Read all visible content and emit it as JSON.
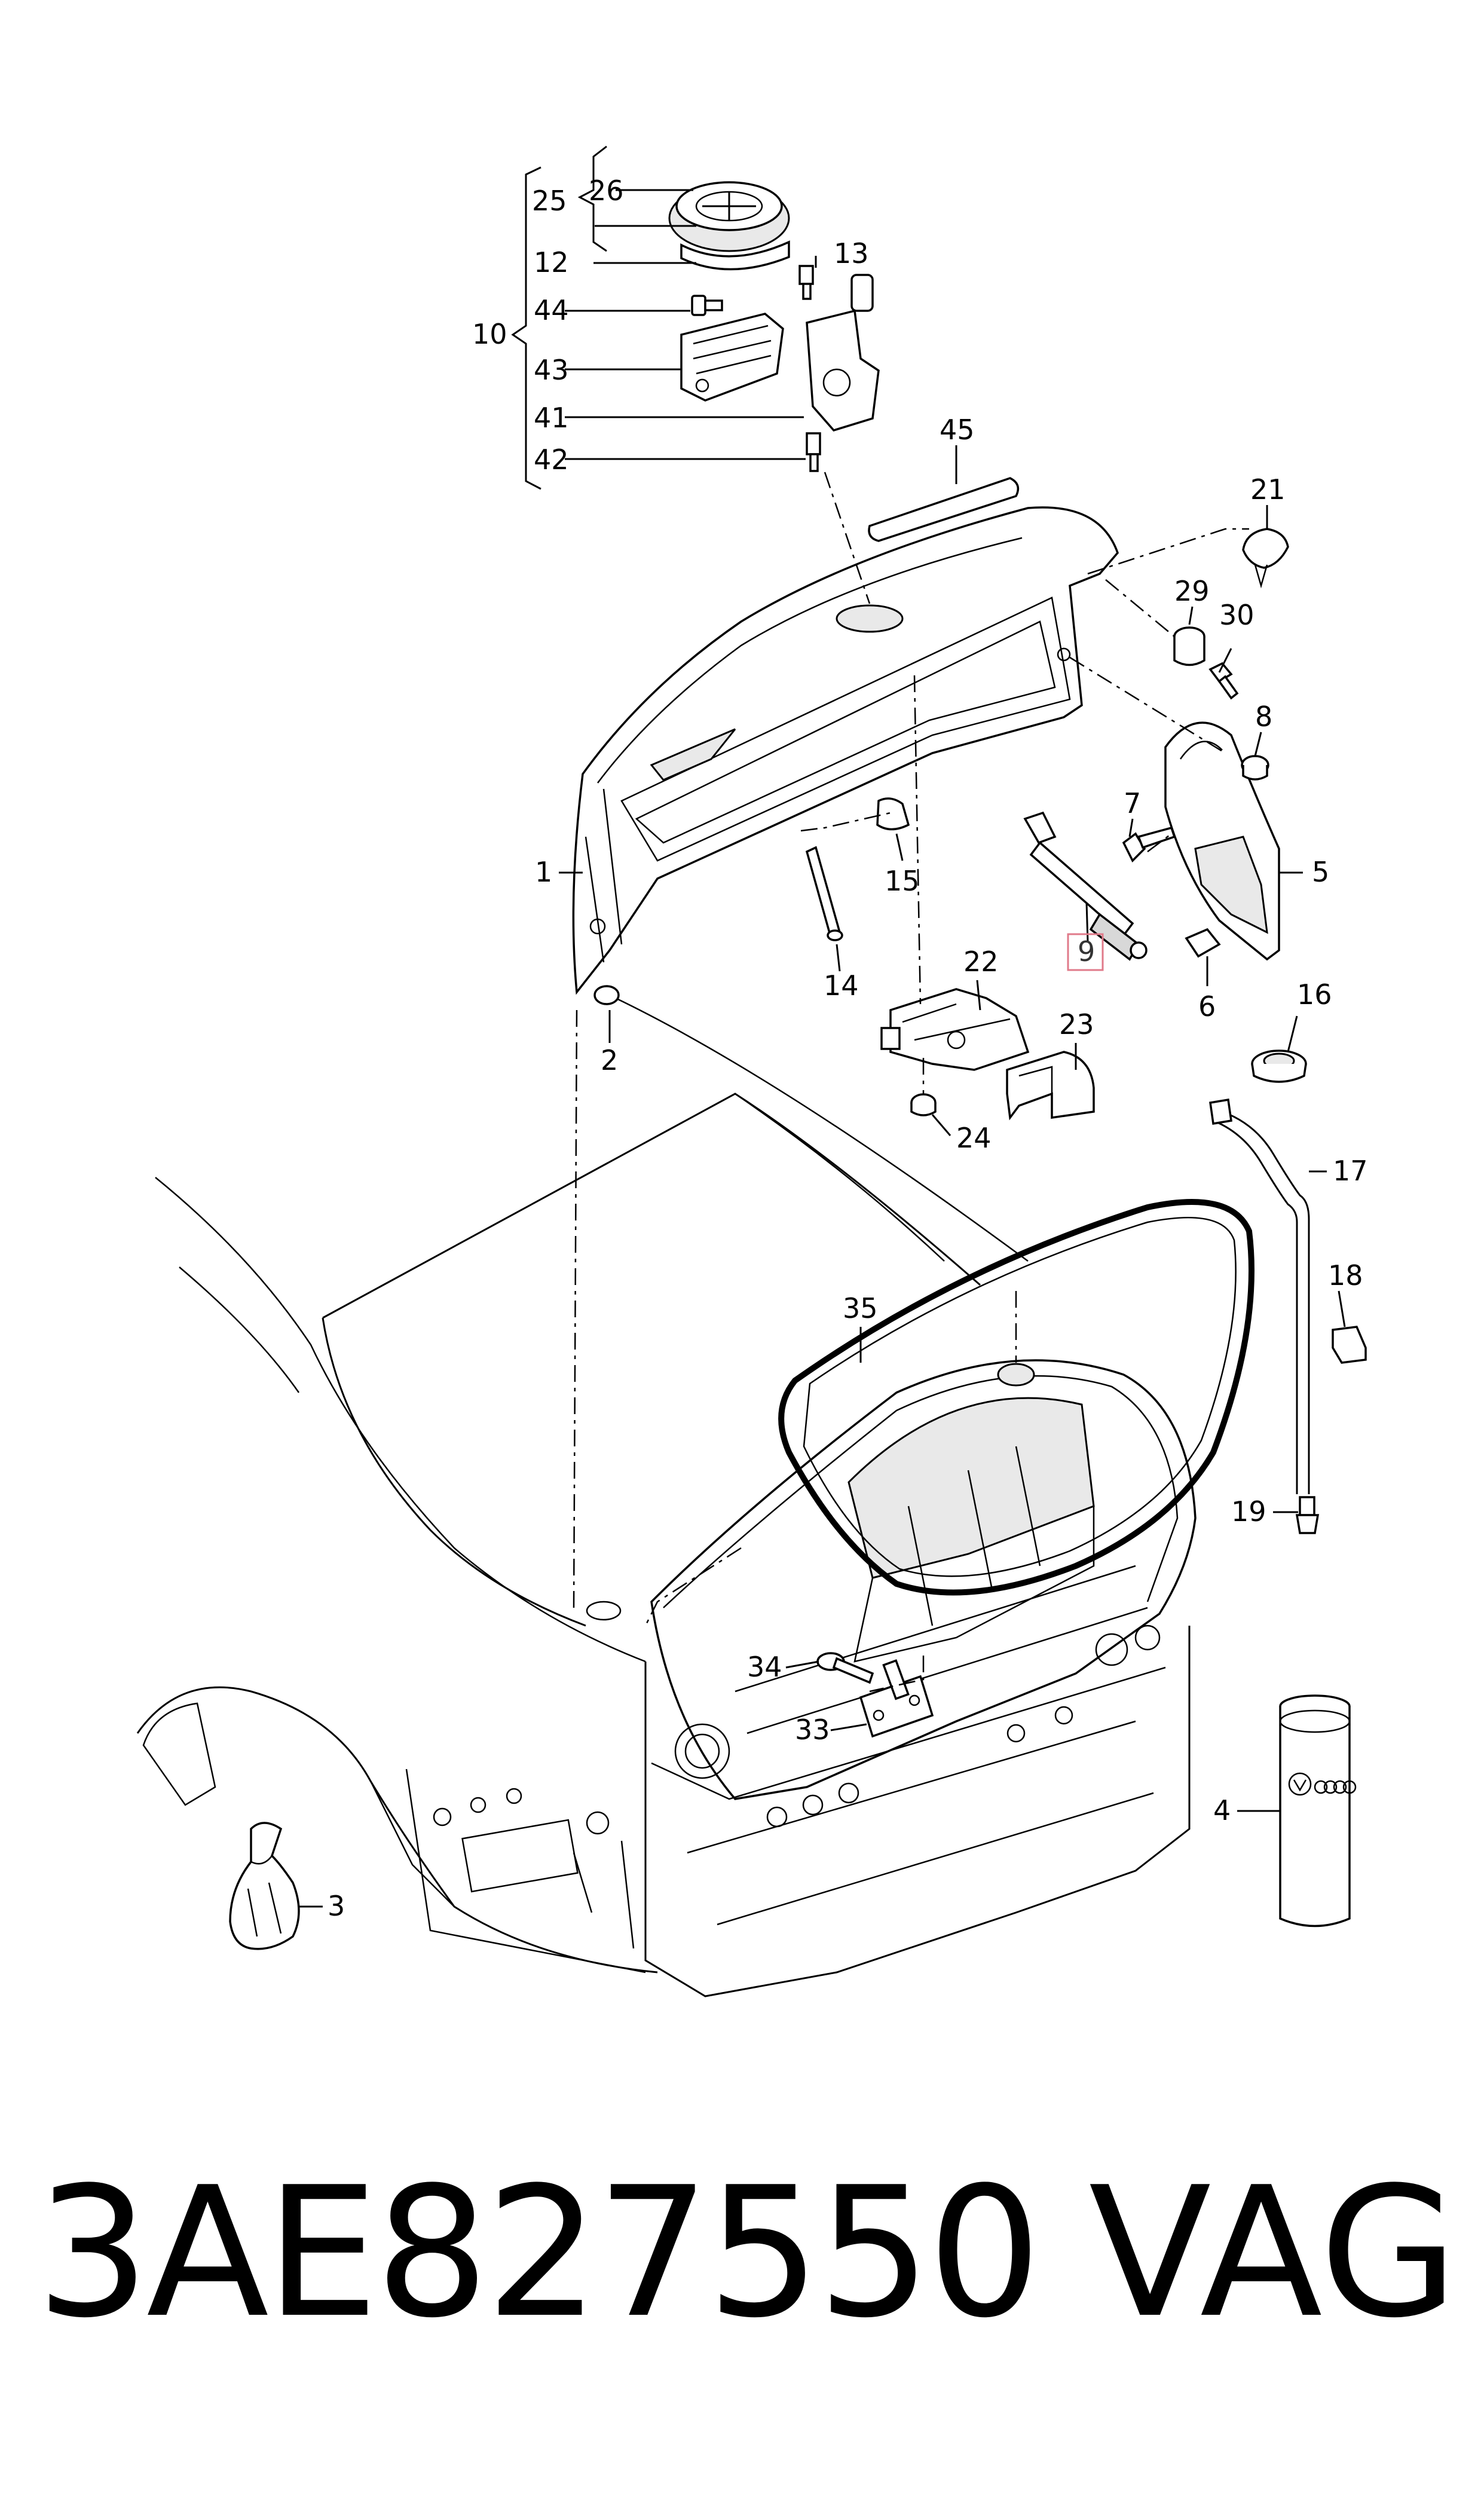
{
  "caption": {
    "part_number": "3AE827550",
    "brand": "VAG"
  },
  "highlighted_callout": "9",
  "callouts": [
    {
      "id": "c26",
      "label": "26"
    },
    {
      "id": "c25",
      "label": "25"
    },
    {
      "id": "c12",
      "label": "12"
    },
    {
      "id": "c13",
      "label": "13"
    },
    {
      "id": "c44",
      "label": "44"
    },
    {
      "id": "c10",
      "label": "10"
    },
    {
      "id": "c43",
      "label": "43"
    },
    {
      "id": "c41",
      "label": "41"
    },
    {
      "id": "c42",
      "label": "42"
    },
    {
      "id": "c45",
      "label": "45"
    },
    {
      "id": "c21",
      "label": "21"
    },
    {
      "id": "c29",
      "label": "29"
    },
    {
      "id": "c30",
      "label": "30"
    },
    {
      "id": "c8",
      "label": "8"
    },
    {
      "id": "c7",
      "label": "7"
    },
    {
      "id": "c5",
      "label": "5"
    },
    {
      "id": "c1",
      "label": "1"
    },
    {
      "id": "c15",
      "label": "15"
    },
    {
      "id": "c9",
      "label": "9"
    },
    {
      "id": "c14",
      "label": "14"
    },
    {
      "id": "c22",
      "label": "22"
    },
    {
      "id": "c6",
      "label": "6"
    },
    {
      "id": "c16",
      "label": "16"
    },
    {
      "id": "c2",
      "label": "2"
    },
    {
      "id": "c23",
      "label": "23"
    },
    {
      "id": "c24",
      "label": "24"
    },
    {
      "id": "c17",
      "label": "17"
    },
    {
      "id": "c35",
      "label": "35"
    },
    {
      "id": "c18",
      "label": "18"
    },
    {
      "id": "c19",
      "label": "19"
    },
    {
      "id": "c34",
      "label": "34"
    },
    {
      "id": "c33",
      "label": "33"
    },
    {
      "id": "c4",
      "label": "4"
    },
    {
      "id": "c3",
      "label": "3"
    }
  ]
}
